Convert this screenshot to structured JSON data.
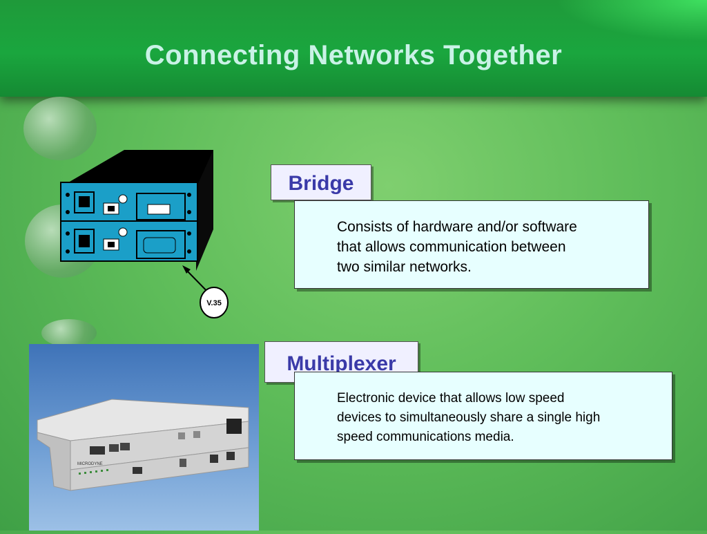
{
  "slide": {
    "title": "Connecting Networks Together"
  },
  "bridge": {
    "label": "Bridge",
    "description_lines": [
      "Consists of hardware and/or software",
      "that allows communication between",
      "two similar networks."
    ],
    "callout": "V.35"
  },
  "multiplexer": {
    "label": "Multiplexer",
    "description_lines": [
      "Electronic device that allows low speed",
      "devices to simultaneously share a single high",
      "speed communications media."
    ],
    "device_brand": "MICRODYNE"
  },
  "colors": {
    "title_text": "#c9f2e6",
    "label_text": "#3a3aa8",
    "desc_bg": "#e7ffff",
    "device_teal": "#1b9fc8"
  }
}
